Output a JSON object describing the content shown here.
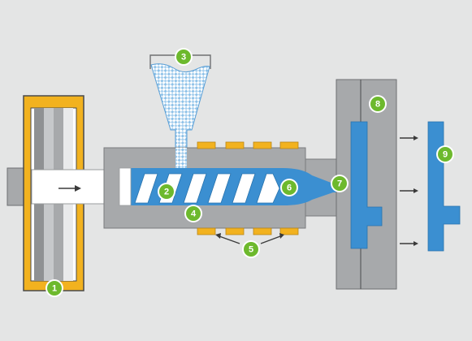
{
  "colors": {
    "background": "#e4e5e5",
    "frame_orange": "#f2b21f",
    "frame_orange_dark": "#c98f12",
    "frame_outline": "#4a4a4a",
    "steel_gray": "#a7a9ab",
    "steel_gray_dark": "#8f9193",
    "steel_light": "#c6c8ca",
    "white": "#ffffff",
    "melt_blue": "#3b8fd1",
    "melt_blue_dark": "#2a73ad",
    "granule_blue": "#8fc2e8",
    "heater_gold": "#f2b21f",
    "badge_green": "#6db92d",
    "badge_ring": "#ffffff",
    "arrow": "#3a3a3a"
  },
  "callouts": [
    {
      "id": "clamping-unit",
      "number": "1"
    },
    {
      "id": "screw",
      "number": "2"
    },
    {
      "id": "hopper",
      "number": "3"
    },
    {
      "id": "barrel",
      "number": "4"
    },
    {
      "id": "heater-bands",
      "number": "5"
    },
    {
      "id": "melt-chamber",
      "number": "6"
    },
    {
      "id": "nozzle",
      "number": "7"
    },
    {
      "id": "mould",
      "number": "8"
    },
    {
      "id": "moulded-part",
      "number": "9"
    }
  ],
  "icons": {
    "push_arrow": "arrow-right-icon",
    "ejection_arrows": "arrow-right-icon",
    "heater_pointer": "arrow-icon"
  }
}
